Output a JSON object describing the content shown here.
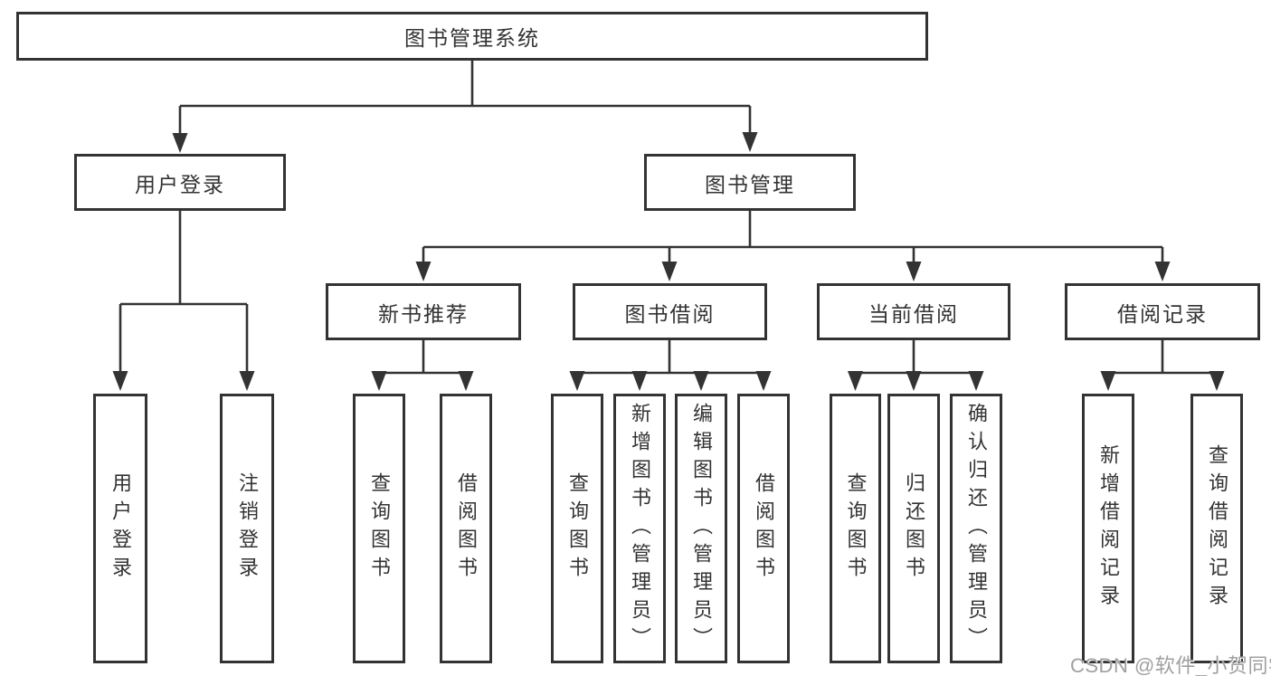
{
  "tree": {
    "label": "图书管理系统",
    "children": [
      {
        "label": "用户登录",
        "children": [
          {
            "label": "用户登录"
          },
          {
            "label": "注销登录"
          }
        ]
      },
      {
        "label": "图书管理",
        "children": [
          {
            "label": "新书推荐",
            "children": [
              {
                "label": "查询图书"
              },
              {
                "label": "借阅图书"
              }
            ]
          },
          {
            "label": "图书借阅",
            "children": [
              {
                "label": "查询图书"
              },
              {
                "label": "新增图书（管理员）"
              },
              {
                "label": "编辑图书（管理员）"
              },
              {
                "label": "借阅图书"
              }
            ]
          },
          {
            "label": "当前借阅",
            "children": [
              {
                "label": "查询图书"
              },
              {
                "label": "归还图书"
              },
              {
                "label": "确认归还（管理员）"
              }
            ]
          },
          {
            "label": "借阅记录",
            "children": [
              {
                "label": "新增借阅记录"
              },
              {
                "label": "查询借阅记录"
              }
            ]
          }
        ]
      }
    ]
  },
  "watermark": "CSDN @软件_小贺同学",
  "colors": {
    "line": "#333333",
    "box_border": "#333333",
    "box_fill": "#ffffff",
    "text": "#333333",
    "watermark": "#a0a0a0",
    "background": "#ffffff"
  }
}
